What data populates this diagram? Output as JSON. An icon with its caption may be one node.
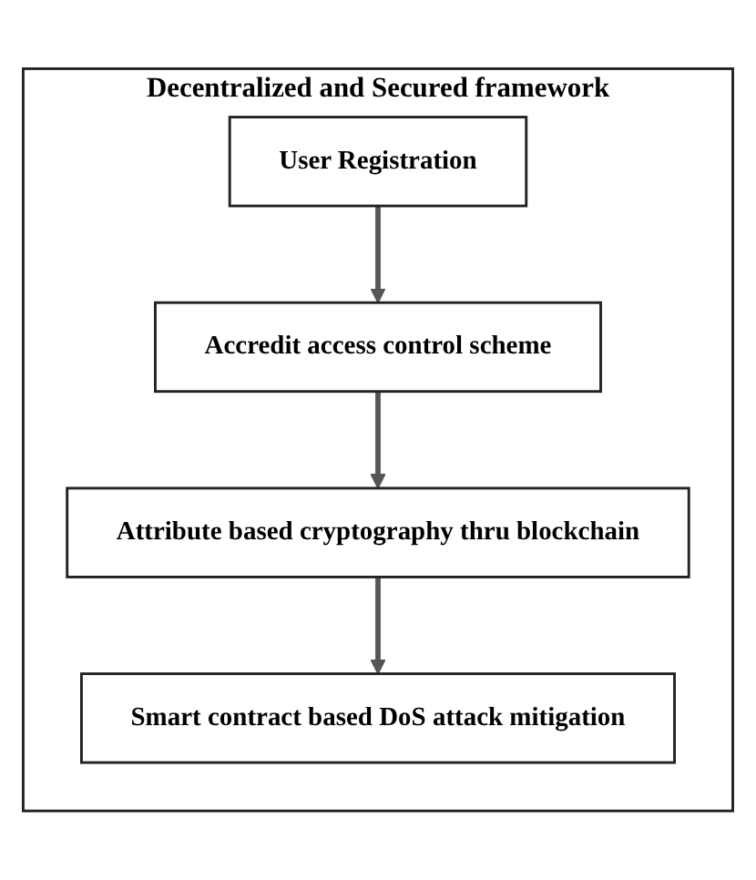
{
  "diagram": {
    "nodes": [
      {
        "text": [
          "Decentralized and Secured framework"
        ]
      },
      {
        "text": [
          "User Registration"
        ],
        "in": 0
      },
      {
        "text": [
          "Accredit access control scheme"
        ],
        "in": 0
      },
      {
        "text": [
          "Attribute based cryptography thru blockchain"
        ],
        "in": 0
      },
      {
        "text": [
          "Smart contract based DoS attack mitigation"
        ],
        "in": 0
      }
    ],
    "edges": [
      {
        "from": 1,
        "to": 2,
        "arrow": "to"
      },
      {
        "from": 2,
        "to": 3,
        "arrow": "to"
      },
      {
        "from": 3,
        "to": 4,
        "arrow": "to"
      }
    ]
  }
}
